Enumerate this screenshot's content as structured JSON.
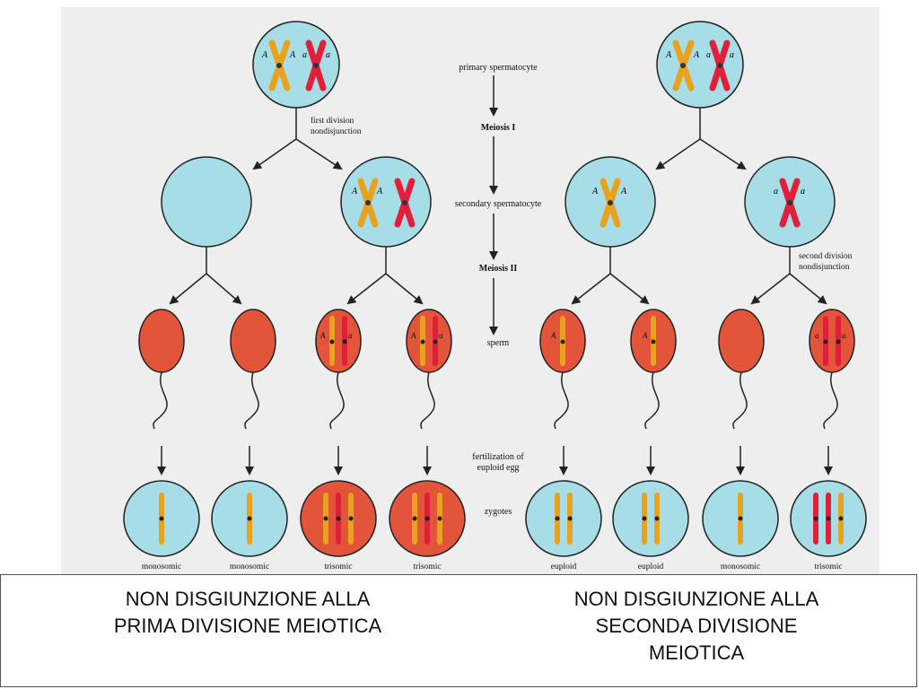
{
  "diagram": {
    "stages": {
      "primary": "primary spermatocyte",
      "meiosis1": "Meiosis I",
      "secondary": "secondary spermatocyte",
      "meiosis2": "Meiosis II",
      "sperm": "sperm",
      "fertilization_1": "fertilization of",
      "fertilization_2": "euploid egg",
      "zygotes": "zygotes"
    },
    "annotations": {
      "first_nd_1": "first division",
      "first_nd_2": "nondisjunction",
      "second_nd_1": "second division",
      "second_nd_2": "nondisjunction"
    },
    "allele_upper": "A",
    "allele_lower": "a",
    "zygote_labels": [
      "monosomic",
      "monosomic",
      "trisomic",
      "trisomic",
      "euploid",
      "euploid",
      "monosomic",
      "trisomic"
    ],
    "colors": {
      "cell_blue": "#a6dde6",
      "cell_red": "#e2553b",
      "chrom_orange": "#e8a21e",
      "chrom_red": "#e0203a",
      "background": "#eeeeee"
    }
  },
  "caption": {
    "left_line1": "NON DISGIUNZIONE ALLA",
    "left_line2": "PRIMA DIVISIONE MEIOTICA",
    "right_line1": "NON DISGIUNZIONE ALLA",
    "right_line2": "SECONDA DIVISIONE",
    "right_line3": "MEIOTICA"
  }
}
